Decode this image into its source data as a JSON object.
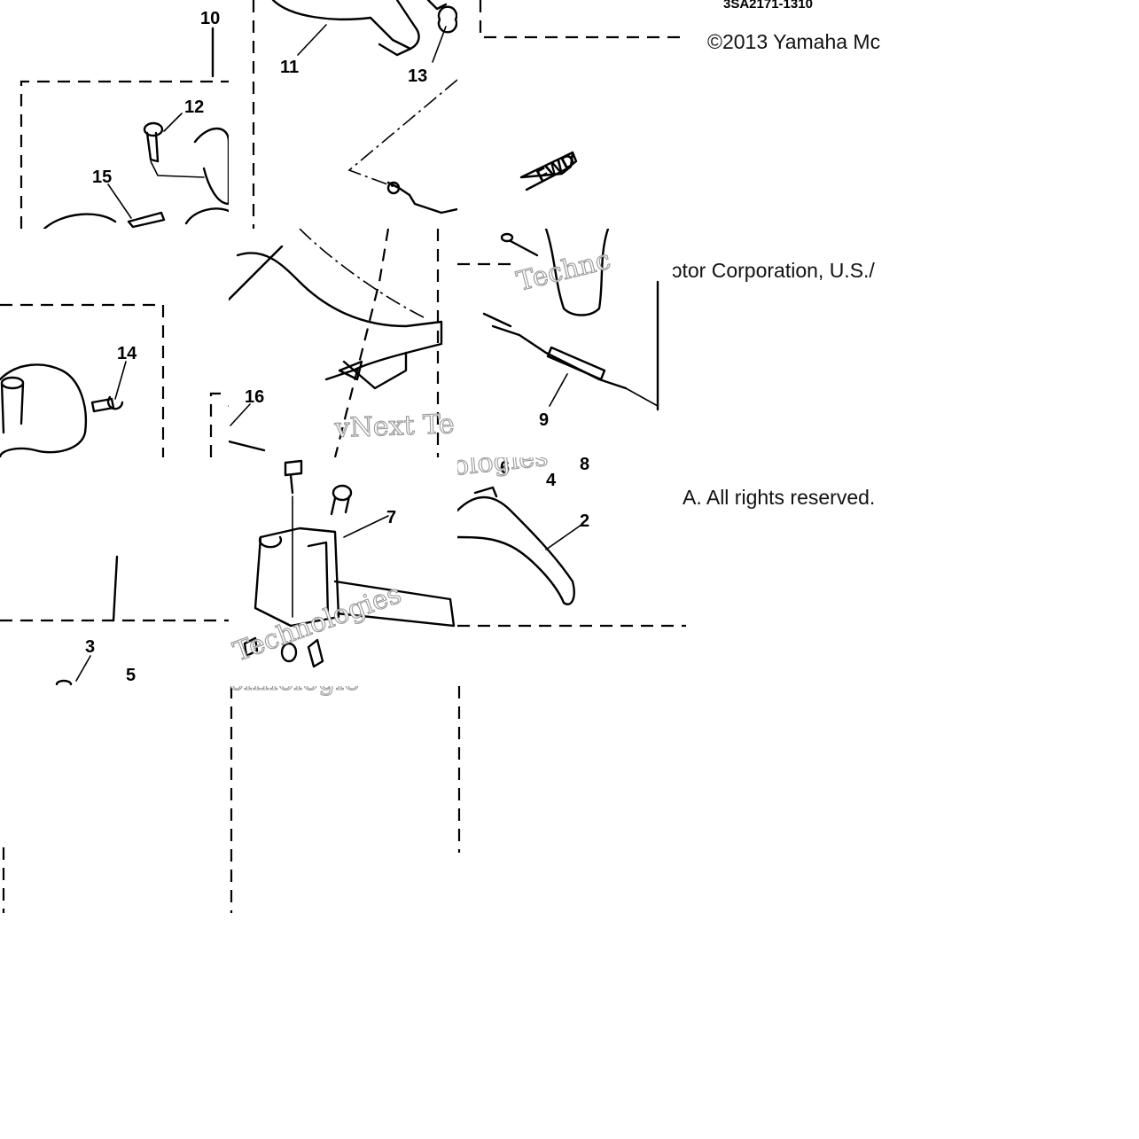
{
  "part_code": "3SA2171-1310",
  "copyright": {
    "line1": "©2013 Yamaha Mc",
    "line2": "ɔtor Corporation, U.S./",
    "line3": "A. All rights reserved."
  },
  "direction_label": "FWD",
  "callouts": [
    "10",
    "11",
    "13",
    "12",
    "15",
    "14",
    "16",
    "9",
    "6",
    "4",
    "8",
    "7",
    "2",
    "3",
    "5"
  ],
  "watermark_fragments": [
    "Technc",
    "vNext Te",
    "ologies",
    "Technologies",
    "chnologie"
  ]
}
